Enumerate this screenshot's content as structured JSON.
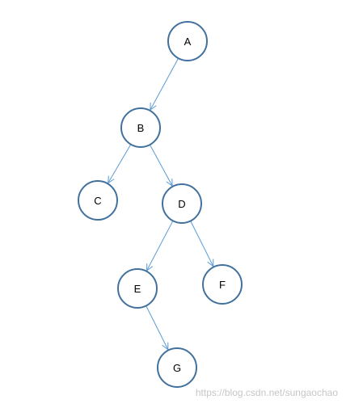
{
  "tree": {
    "nodes": [
      {
        "id": "A",
        "label": "A"
      },
      {
        "id": "B",
        "label": "B"
      },
      {
        "id": "C",
        "label": "C"
      },
      {
        "id": "D",
        "label": "D"
      },
      {
        "id": "E",
        "label": "E"
      },
      {
        "id": "F",
        "label": "F"
      },
      {
        "id": "G",
        "label": "G"
      }
    ],
    "edges": [
      {
        "from": "A",
        "to": "B"
      },
      {
        "from": "B",
        "to": "C"
      },
      {
        "from": "B",
        "to": "D"
      },
      {
        "from": "D",
        "to": "E"
      },
      {
        "from": "D",
        "to": "F"
      },
      {
        "from": "E",
        "to": "G"
      }
    ]
  },
  "colors": {
    "node_stroke": "#41719c",
    "edge_stroke": "#5b9bd5",
    "watermark": "#c6c6c6"
  },
  "watermark": {
    "text": "https://blog.csdn.net/sungaochao"
  }
}
